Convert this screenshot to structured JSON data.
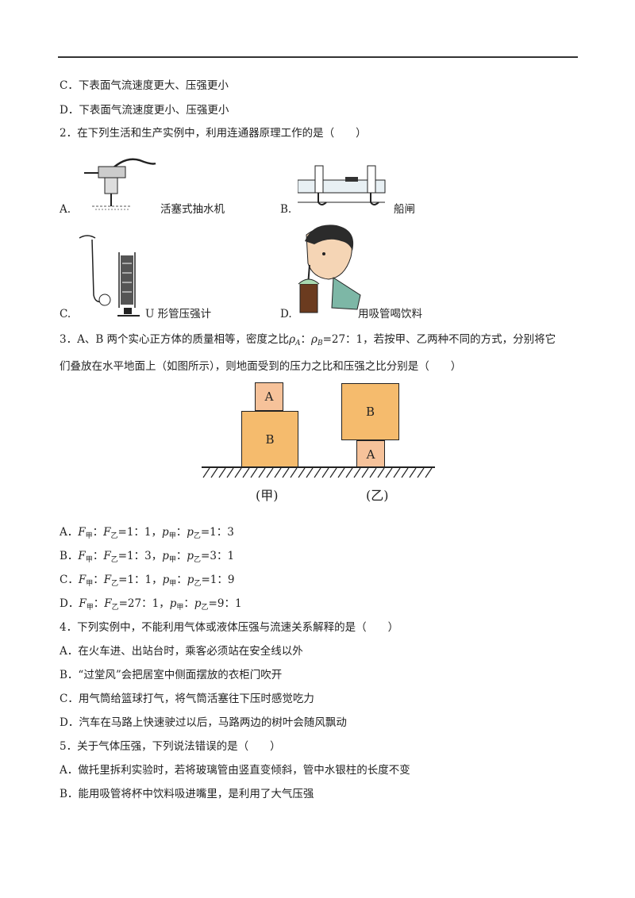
{
  "q1": {
    "optC": "C．下表面气流速度更大、压强更小",
    "optD": "D．下表面气流速度更小、压强更小"
  },
  "q2": {
    "stem": "2．在下列生活和生产实例中，利用连通器原理工作的是（　　）",
    "options": [
      {
        "letter": "A.",
        "text": "活塞式抽水机"
      },
      {
        "letter": "B.",
        "text": "船闸"
      },
      {
        "letter": "C.",
        "text": "U 形管压强计"
      },
      {
        "letter": "D.",
        "text": "用吸管喝饮料"
      }
    ]
  },
  "q3": {
    "stem1_a": "3．A、B 两个实心正方体的质量相等，密度之比",
    "rho": "ρ",
    "subA": "A",
    "colon": "：",
    "subB": "B",
    "stem1_b": "=27：1，若按甲、乙两种不同的方式，分别将它",
    "stem2": "们叠放在水平地面上（如图所示），则地面受到的压力之比和压强之比分别是（　　）",
    "figure": {
      "left_top": "A",
      "left_bottom": "B",
      "left_caption": "(甲)",
      "right_top": "B",
      "right_bottom": "A",
      "right_caption": "(乙)"
    },
    "F": "F",
    "p": "p",
    "jia": "甲",
    "yi": "乙",
    "options": [
      {
        "letter": "A．",
        "f_ratio": "=1：1，",
        "p_ratio": "=1：3"
      },
      {
        "letter": "B．",
        "f_ratio": "=1：3，",
        "p_ratio": "=3：1"
      },
      {
        "letter": "C．",
        "f_ratio": "=1：1，",
        "p_ratio": "=1：9"
      },
      {
        "letter": "D．",
        "f_ratio": "=27：1，",
        "p_ratio": "=9：1"
      }
    ]
  },
  "q4": {
    "stem": "4．下列实例中，不能利用气体或液体压强与流速关系解释的是（　　）",
    "options": [
      "A．在火车进、出站台时，乘客必须站在安全线以外",
      "B．“过堂风”会把居室中侧面摆放的衣柜门吹开",
      "C．用气筒给篮球打气，将气筒活塞往下压时感觉吃力",
      "D．汽车在马路上快速驶过以后，马路两边的树叶会随风飘动"
    ]
  },
  "q5": {
    "stem": "5．关于气体压强，下列说法错误的是（　　）",
    "options": [
      "A．做托里拆利实验时，若将玻璃管由竖直变倾斜，管中水银柱的长度不变",
      "B．能用吸管将杯中饮料吸进嘴里，是利用了大气压强"
    ]
  }
}
